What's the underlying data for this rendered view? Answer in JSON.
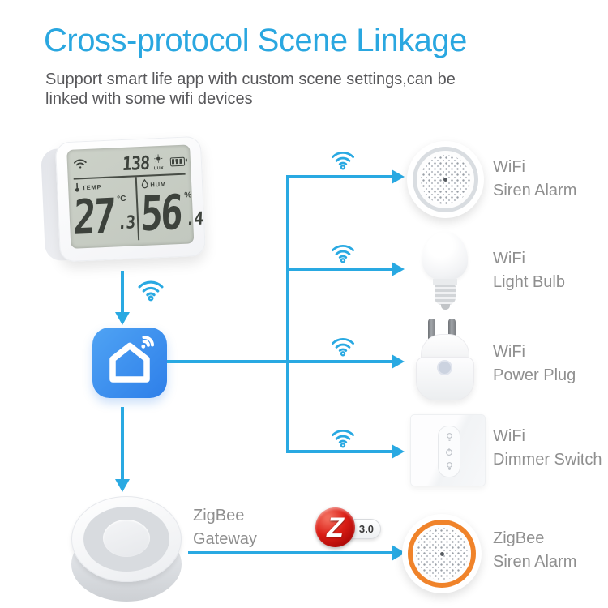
{
  "header": {
    "title": "Cross-protocol Scene Linkage",
    "subtitle_line1": "Support smart life app with custom scene settings,can be",
    "subtitle_line2": "linked with some wifi devices"
  },
  "sensor_display": {
    "lux_value": "138",
    "lux_unit": "LUX",
    "temp_label": "TEMP",
    "temp_int": "27",
    "temp_unit": "°C",
    "temp_dec": ".3",
    "hum_label": "HUM",
    "hum_int": "56",
    "hum_unit": "%",
    "hum_dec": ".4"
  },
  "gateway_label": {
    "line1": "ZigBee",
    "line2": "Gateway"
  },
  "zigbee_badge": {
    "letter": "Z",
    "version": "3.0"
  },
  "device_labels": [
    {
      "id": "wifi-siren-alarm",
      "line1": "WiFi",
      "line2": "Siren Alarm"
    },
    {
      "id": "wifi-light-bulb",
      "line1": "WiFi",
      "line2": "Light Bulb"
    },
    {
      "id": "wifi-power-plug",
      "line1": "WiFi",
      "line2": "Power Plug"
    },
    {
      "id": "wifi-dimmer-switch",
      "line1": "WiFi",
      "line2": "Dimmer Switch"
    },
    {
      "id": "zigbee-siren-alarm",
      "line1": "ZigBee",
      "line2": "Siren Alarm"
    }
  ],
  "icons": {
    "connector": "wifi-icon",
    "app": "smart-life-house-wifi-icon",
    "lcd": [
      "wifi-icon",
      "sun-icon",
      "battery-icon",
      "thermometer-icon",
      "droplet-icon"
    ],
    "badge": "zigbee-z-icon"
  },
  "colors": {
    "accent_blue": "#29a9e2",
    "title_blue": "#2aa7e0",
    "label_gray": "#8f8f8f",
    "subtitle_gray": "#58585b",
    "alarm_ring_orange": "#f0832a",
    "zigbee_red": "#c50d0d",
    "lcd_bg": "#c9cec5",
    "lcd_ink": "#3d423c"
  }
}
